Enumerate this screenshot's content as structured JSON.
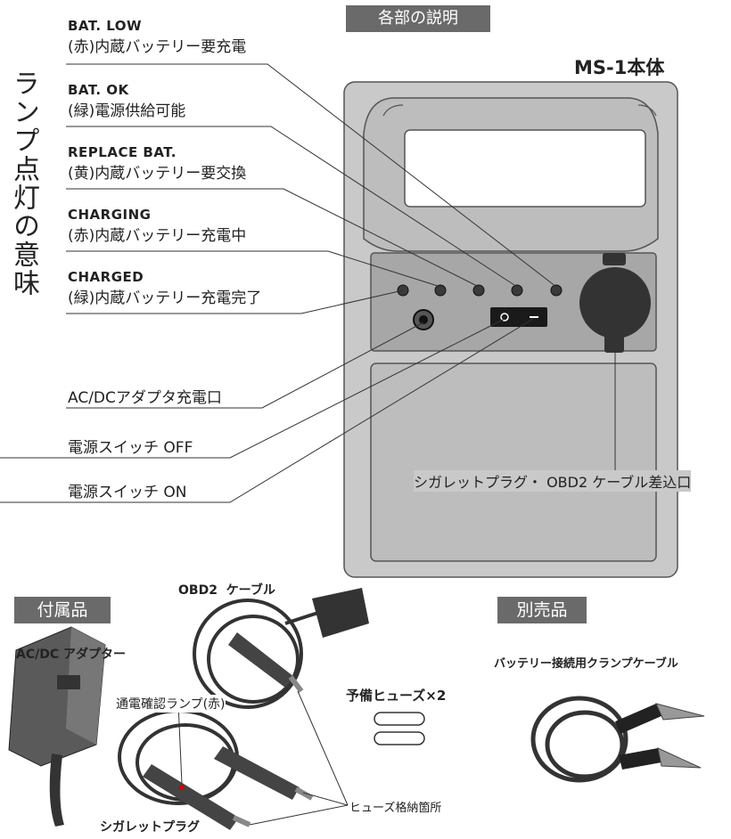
{
  "header": {
    "title": "各部の説明"
  },
  "device": {
    "title": "MS-1本体"
  },
  "side_title": "ランプ点灯の意味",
  "lamps": [
    {
      "en": "BAT. LOW",
      "jp": "(赤)内蔵バッテリー要充電"
    },
    {
      "en": "BAT. OK",
      "jp": "(緑)電源供給可能"
    },
    {
      "en": "REPLACE BAT.",
      "jp": "(黄)内蔵バッテリー要交換"
    },
    {
      "en": "CHARGING",
      "jp": "(赤)内蔵バッテリー充電中"
    },
    {
      "en": "CHARGED",
      "jp": "(緑)内蔵バッテリー充電完了"
    }
  ],
  "controls": {
    "adapter_port": "AC/DCアダプタ充電口",
    "switch_off": "電源スイッチ OFF",
    "switch_on": "電源スイッチ ON",
    "socket": "シガレットプラグ・ OBD2 ケーブル差込口"
  },
  "accessories": {
    "header": "付属品",
    "adapter": "AC/DC アダプター",
    "obd_cable": "OBD2  ケーブル",
    "lamp_note": "通電確認ランプ(赤)",
    "spare_fuse": "予備ヒューズ×2",
    "fuse_location": "ヒューズ格納箇所",
    "cigarette_plug": "シガレットプラグ"
  },
  "optional": {
    "header": "別売品",
    "clamp_cable": "バッテリー接続用クランプケーブル"
  }
}
